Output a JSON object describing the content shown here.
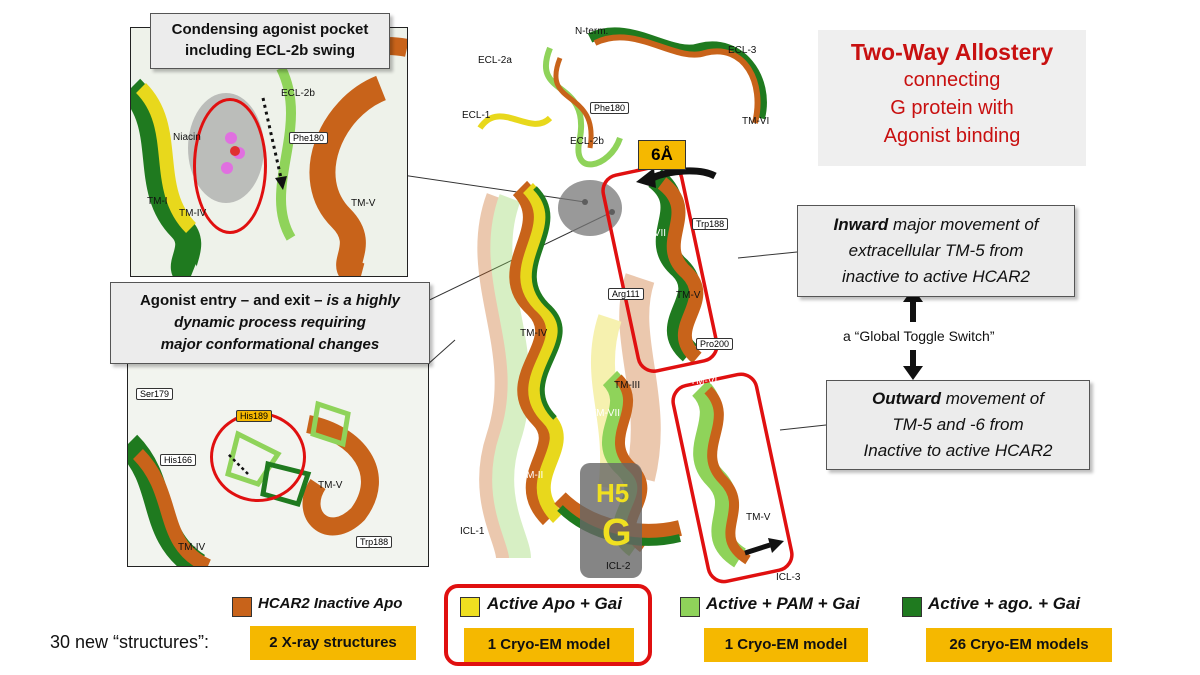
{
  "title_box": {
    "title": "Two-Way Allostery",
    "line1": "connecting",
    "line2": "G protein with",
    "line3": "Agonist binding"
  },
  "top_left_callout": {
    "line1": "Condensing agonist pocket",
    "line2": "including ECL-2b swing"
  },
  "mid_left_callout": {
    "part1": "Agonist entry – and exit – ",
    "part2": "is a highly",
    "line2": "dynamic process requiring",
    "line3": "major conformational  changes"
  },
  "inward_callout": {
    "bold": "Inward",
    "rest1": " major movement of",
    "line2": "extracellular TM-5 from",
    "line3": "inactive to active HCAR2"
  },
  "toggle_label": "a “Global Toggle Switch”",
  "outward_callout": {
    "bold": "Outward",
    "rest1": " movement of",
    "line2": "TM-5 and -6 from",
    "line3": "Inactive to active HCAR2"
  },
  "structure_labels": {
    "n_term": "N-term.",
    "ecl2a": "ECL-2a",
    "ecl3": "ECL-3",
    "ecl1": "ECL-1",
    "ecl2b": "ECL-2b",
    "tm_vii_top": "TM-VII",
    "tm_vi": "TM-VI",
    "tm_vii_mid": "TM-VII",
    "tm_v": "TM-V",
    "tm_iv": "TM-IV",
    "tm_i": "TM-I",
    "tm_iii": "TM-III",
    "tm_vi_lower": "TM-VI",
    "tm_vii_lower": "TM-VII",
    "tm_ii": "TM-II",
    "icl1": "ICL-1",
    "icl2": "ICL-2",
    "icl3": "ICL-3",
    "tm_v_lower": "TM-V",
    "h5": "H5",
    "g": "G",
    "phe180": "Phe180",
    "trp188": "Trp188",
    "arg111": "Arg111",
    "pro200": "Pro200",
    "six_a": "6Å"
  },
  "inset_top": {
    "niacin": "Niacin",
    "ecl2b": "ECL-2b",
    "phe180": "Phe180",
    "tm_i": "TM-I",
    "tm_iv": "TM-IV",
    "tm_v": "TM-V"
  },
  "inset_bottom": {
    "ser179": "Ser179",
    "his189": "His189",
    "his166": "His166",
    "tm_v": "TM-V",
    "tm_iv": "TM-IV",
    "trp188": "Trp188"
  },
  "legend": [
    {
      "label": "HCAR2 Inactive Apo",
      "color": "#c8631a"
    },
    {
      "label": "Active Apo + Gai",
      "color": "#f0e020"
    },
    {
      "label": "Active + PAM + Gai",
      "color": "#8fd35a"
    },
    {
      "label": "Active + ago. + Gai",
      "color": "#1f7a1f"
    }
  ],
  "structures_label": "30 new “structures”:",
  "badges": [
    "2 X-ray structures",
    "1 Cryo-EM  model",
    "1 Cryo-EM  model",
    "26 Cryo-EM  models"
  ],
  "colors": {
    "inactive": "#c8631a",
    "active_apo": "#e8d81c",
    "active_pam": "#8fd35a",
    "active_ago": "#1f7a1f",
    "highlight_red": "#e01010",
    "badge_yellow": "#f5b800",
    "title_red": "#c81010"
  }
}
